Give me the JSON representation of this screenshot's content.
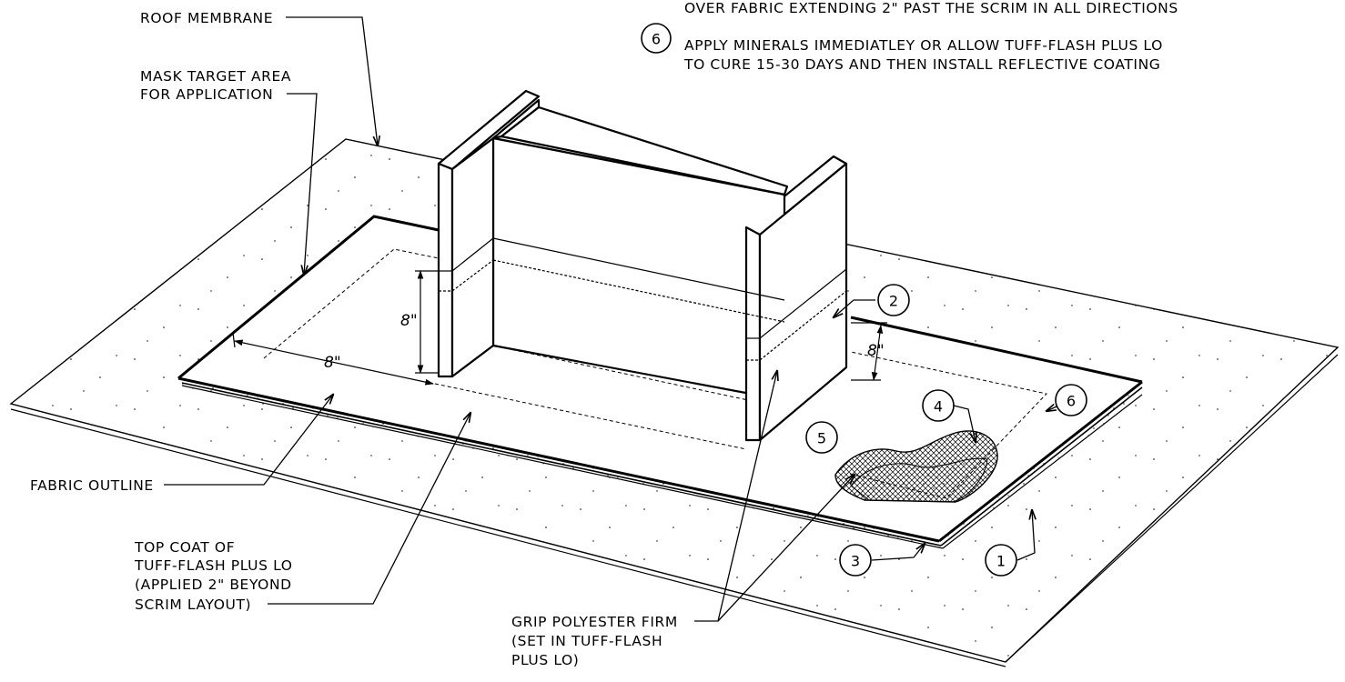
{
  "notes": {
    "note5_continued": "OVER FABRIC EXTENDING 2\" PAST THE SCRIM IN ALL DIRECTIONS",
    "note6_number": "6",
    "note6_line1": "APPLY MINERALS IMMEDIATLEY OR ALLOW TUFF-FLASH PLUS LO",
    "note6_line2": "TO CURE 15-30 DAYS AND THEN INSTALL REFLECTIVE COATING"
  },
  "labels": {
    "roof_membrane": "ROOF MEMBRANE",
    "mask_line1": "MASK TARGET AREA",
    "mask_line2": "FOR APPLICATION",
    "fabric_outline": "FABRIC OUTLINE",
    "topcoat_line1": "TOP COAT OF",
    "topcoat_line2": "TUFF-FLASH PLUS LO",
    "topcoat_line3": "(APPLIED 2\" BEYOND",
    "topcoat_line4": "SCRIM LAYOUT)",
    "grip_line1": "GRIP POLYESTER FIRM",
    "grip_line2": "(SET IN TUFF-FLASH",
    "grip_line3": "PLUS LO)"
  },
  "dimensions": {
    "vertical_left": "8\"",
    "horizontal_left": "8\"",
    "vertical_right": "8\""
  },
  "callouts": {
    "c1": "1",
    "c2": "2",
    "c3": "3",
    "c4": "4",
    "c5": "5",
    "c6": "6"
  }
}
